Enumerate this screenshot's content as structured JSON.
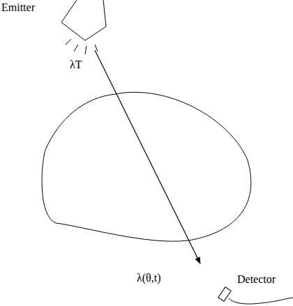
{
  "diagram": {
    "labels": [
      "Emitter",
      "λT",
      "λ(θ,t)",
      "Detector"
    ]
  }
}
